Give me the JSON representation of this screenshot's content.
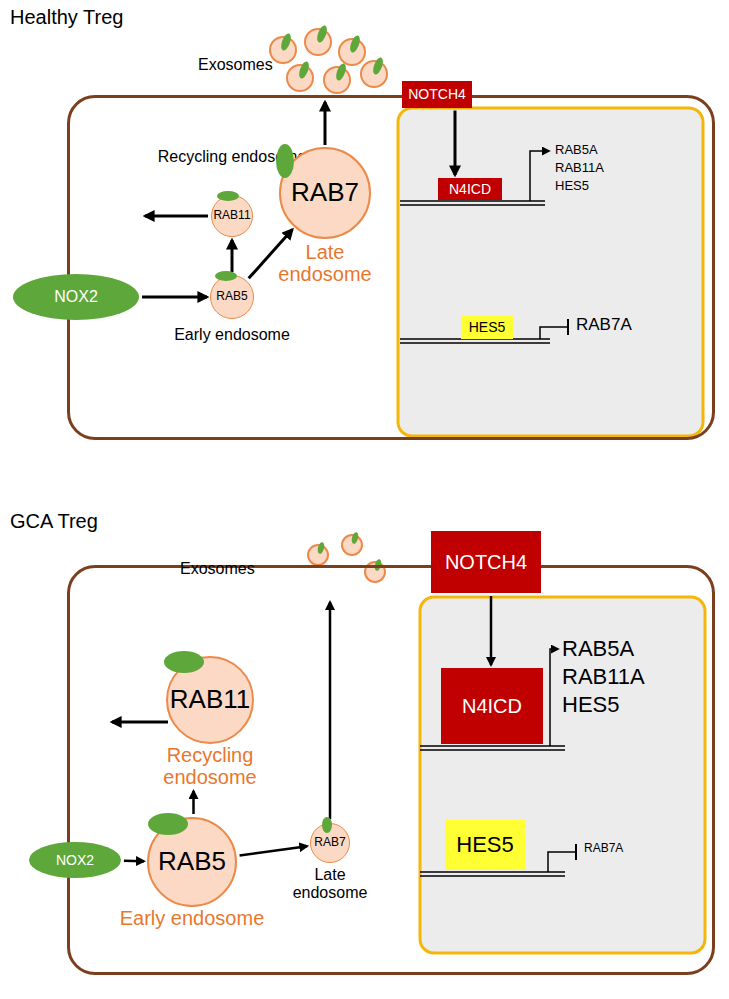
{
  "diagram": {
    "nodes": [
      {
        "text": [
          "Healthy Treg"
        ]
      },
      {
        "text": [
          "NOTCH4"
        ]
      },
      {
        "text": [
          "NOX2"
        ],
        "in": 0
      },
      {
        "text": [
          "RAB5",
          "Early endosome"
        ],
        "in": 0
      },
      {
        "text": [
          "RAB11",
          "Recycling endosome"
        ],
        "in": 0
      },
      {
        "text": [
          "RAB7",
          "Late endosome"
        ],
        "in": 0
      },
      {
        "text": [
          "N4ICD"
        ],
        "in": 0
      },
      {
        "text": [
          "HES5"
        ],
        "in": 0
      },
      {
        "text": [
          "GCA Treg"
        ]
      },
      {
        "text": [
          "NOTCH4"
        ]
      },
      {
        "text": [
          "NOX2"
        ],
        "in": 8
      },
      {
        "text": [
          "RAB5",
          "Early endosome"
        ],
        "in": 8
      },
      {
        "text": [
          "RAB11",
          "Recycling endosome"
        ],
        "in": 8
      },
      {
        "text": [
          "RAB7",
          "Late endosome"
        ],
        "in": 8
      },
      {
        "text": [
          "N4ICD"
        ],
        "in": 8
      },
      {
        "text": [
          "HES5"
        ],
        "in": 8
      }
    ],
    "edges": [
      {
        "from": 2,
        "to": 3,
        "arrow": "to"
      },
      {
        "from": 3,
        "to": 4,
        "arrow": "to"
      },
      {
        "from": 3,
        "to": 5,
        "arrow": "to"
      },
      {
        "from": 1,
        "to": 6,
        "arrow": "to"
      },
      {
        "from": 10,
        "to": 11,
        "arrow": "to"
      },
      {
        "from": 11,
        "to": 12,
        "arrow": "to"
      },
      {
        "from": 11,
        "to": 13,
        "arrow": "to"
      },
      {
        "from": 9,
        "to": 14,
        "arrow": "to"
      }
    ],
    "labels": [
      "Exosomes",
      "RAB5A",
      "RAB11A",
      "HES5",
      "RAB7A",
      "Exosomes",
      "RAB5A",
      "RAB11A",
      "HES5",
      "RAB7A"
    ]
  }
}
